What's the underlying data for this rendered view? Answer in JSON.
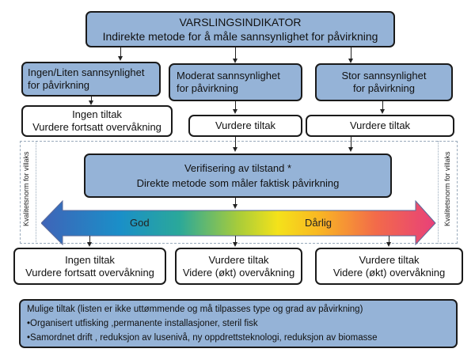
{
  "top": {
    "title": "VARSLINGSINDIKATOR",
    "subtitle": "Indirekte metode for å måle sannsynlighet for påvirkning"
  },
  "likelihood": [
    {
      "line1": "Ingen/Liten sannsynlighet",
      "line2": "for påvirkning"
    },
    {
      "line1": "Moderat sannsynlighet",
      "line2": "for påvirkning"
    },
    {
      "line1": "Stor sannsynlighet",
      "line2": "for påvirkning"
    }
  ],
  "first_actions": [
    {
      "line1": "Ingen tiltak",
      "line2": "Vurdere fortsatt overvåkning"
    },
    {
      "line1": "Vurdere tiltak"
    },
    {
      "line1": "Vurdere tiltak"
    }
  ],
  "side_label": "Kvalitetsnorm for villaks",
  "verification": {
    "title": "Verifisering av tilstand *",
    "subtitle": "Direkte metode som måler faktisk påvirkning"
  },
  "scale": {
    "good": "God",
    "bad": "Dårlig"
  },
  "second_actions": [
    {
      "line1": "Ingen tiltak",
      "line2": "Vurdere fortsatt overvåkning"
    },
    {
      "line1": "Vurdere tiltak",
      "line2": "Videre (økt) overvåkning"
    },
    {
      "line1": "Vurdere tiltak",
      "line2": "Videre (økt) overvåkning"
    }
  ],
  "measures": {
    "title": "Mulige tiltak (listen er ikke uttømmende og må tilpasses type og grad av påvirkning)",
    "items": [
      "•Organisert utfisking ,permanente installasjoner, steril fisk",
      "•Samordnet drift , reduksjon av lusenivå, ny oppdrettsteknologi, reduksjon av biomasse"
    ]
  }
}
